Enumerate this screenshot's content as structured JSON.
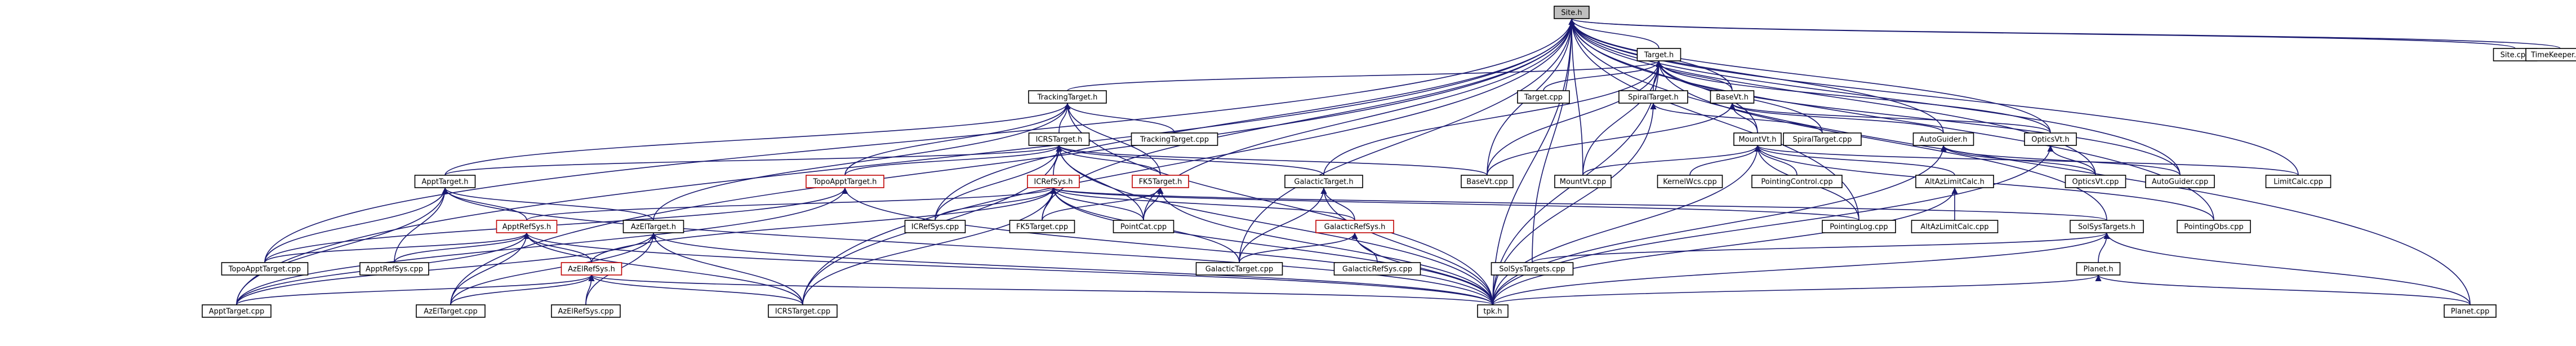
{
  "nodes": [
    {
      "id": "site_h",
      "label": "Site.h",
      "root": true
    },
    {
      "id": "target_h",
      "label": "Target.h"
    },
    {
      "id": "tracking_target_h",
      "label": "TrackingTarget.h"
    },
    {
      "id": "target_cpp",
      "label": "Target.cpp"
    },
    {
      "id": "spiral_target_h",
      "label": "SpiralTarget.h"
    },
    {
      "id": "basevt_h",
      "label": "BaseVt.h"
    },
    {
      "id": "spiral_target_cpp",
      "label": "SpiralTarget.cpp"
    },
    {
      "id": "autoguider_h",
      "label": "AutoGuider.h"
    },
    {
      "id": "opticsvt_h",
      "label": "OpticsVt.h"
    },
    {
      "id": "icrs_target_h",
      "label": "ICRSTarget.h"
    },
    {
      "id": "tracking_target_cpp",
      "label": "TrackingTarget.cpp"
    },
    {
      "id": "mountvt_h",
      "label": "MountVt.h"
    },
    {
      "id": "galactic_target_h",
      "label": "GalacticTarget.h"
    },
    {
      "id": "appt_target_h",
      "label": "ApptTarget.h"
    },
    {
      "id": "topo_appt_target_h",
      "label": "TopoApptTarget.h",
      "red": true
    },
    {
      "id": "icrs_refsys_h",
      "label": "ICRefSys.h",
      "red": true
    },
    {
      "id": "fk5_target_h",
      "label": "FK5Target.h",
      "red": true
    },
    {
      "id": "basevt_cpp",
      "label": "BaseVt.cpp"
    },
    {
      "id": "mountvt_cpp",
      "label": "MountVt.cpp"
    },
    {
      "id": "kernelwcs_cpp",
      "label": "KernelWcs.cpp"
    },
    {
      "id": "pointing_control_cpp",
      "label": "PointingControl.cpp"
    },
    {
      "id": "altaz_limit_calc_h",
      "label": "AltAzLimitCalc.h"
    },
    {
      "id": "opticsvt_cpp",
      "label": "OpticsVt.cpp"
    },
    {
      "id": "autoguider_cpp",
      "label": "AutoGuider.cpp"
    },
    {
      "id": "limit_calc_cpp",
      "label": "LimitCalc.cpp"
    },
    {
      "id": "appt_refsys_h",
      "label": "ApptRefSys.h",
      "red": true
    },
    {
      "id": "azel_target_h",
      "label": "AzElTarget.h"
    },
    {
      "id": "icrefsys_cpp",
      "label": "ICRefSys.cpp"
    },
    {
      "id": "fk5_target_cpp",
      "label": "FK5Target.cpp"
    },
    {
      "id": "pointcat_cpp",
      "label": "PointCat.cpp"
    },
    {
      "id": "galactic_refsys_h",
      "label": "GalacticRefSys.h",
      "red": true
    },
    {
      "id": "pointing_log_cpp",
      "label": "PointingLog.cpp"
    },
    {
      "id": "altaz_limit_calc_cpp",
      "label": "AltAzLimitCalc.cpp"
    },
    {
      "id": "solsys_targets_h",
      "label": "SolSysTargets.h"
    },
    {
      "id": "pointing_obs_cpp",
      "label": "PointingObs.cpp"
    },
    {
      "id": "topo_appt_target_cpp",
      "label": "TopoApptTarget.cpp"
    },
    {
      "id": "appt_refsys_cpp",
      "label": "ApptRefSys.cpp"
    },
    {
      "id": "azel_refsys_h",
      "label": "AzElRefSys.h",
      "red": true
    },
    {
      "id": "galactic_target_cpp",
      "label": "GalacticTarget.cpp"
    },
    {
      "id": "galactic_refsys_cpp",
      "label": "GalacticRefSys.cpp"
    },
    {
      "id": "solsys_targets_cpp",
      "label": "SolSysTargets.cpp"
    },
    {
      "id": "planet_h",
      "label": "Planet.h"
    },
    {
      "id": "appt_target_cpp",
      "label": "ApptTarget.cpp"
    },
    {
      "id": "azel_target_cpp",
      "label": "AzElTarget.cpp"
    },
    {
      "id": "azel_refsys_cpp",
      "label": "AzElRefSys.cpp"
    },
    {
      "id": "icrs_target_cpp",
      "label": "ICRSTarget.cpp"
    },
    {
      "id": "tpk_h",
      "label": "tpk.h"
    },
    {
      "id": "planet_cpp",
      "label": "Planet.cpp"
    },
    {
      "id": "site_cpp",
      "label": "Site.cpp"
    },
    {
      "id": "timekeeper_cpp",
      "label": "TimeKeeper.cpp"
    }
  ],
  "edges": [
    [
      "target_h",
      "site_h"
    ],
    [
      "tpk_h",
      "site_h"
    ],
    [
      "site_cpp",
      "site_h"
    ],
    [
      "timekeeper_cpp",
      "site_h"
    ],
    [
      "basevt_h",
      "site_h"
    ],
    [
      "mountvt_h",
      "site_h"
    ],
    [
      "opticsvt_h",
      "site_h"
    ],
    [
      "autoguider_h",
      "site_h"
    ],
    [
      "basevt_cpp",
      "site_h"
    ],
    [
      "mountvt_cpp",
      "site_h"
    ],
    [
      "opticsvt_cpp",
      "site_h"
    ],
    [
      "autoguider_cpp",
      "site_h"
    ],
    [
      "limit_calc_cpp",
      "site_h"
    ],
    [
      "pointing_obs_cpp",
      "site_h"
    ],
    [
      "pointing_log_cpp",
      "site_h"
    ],
    [
      "icrs_target_cpp",
      "site_h"
    ],
    [
      "appt_target_cpp",
      "site_h"
    ],
    [
      "azel_target_cpp",
      "site_h"
    ],
    [
      "topo_appt_target_cpp",
      "site_h"
    ],
    [
      "pointcat_cpp",
      "site_h"
    ],
    [
      "planet_cpp",
      "site_h"
    ],
    [
      "solsys_targets_cpp",
      "site_h"
    ],
    [
      "fk5_target_cpp",
      "site_h"
    ],
    [
      "icrefsys_cpp",
      "site_h"
    ],
    [
      "galactic_target_cpp",
      "site_h"
    ],
    [
      "tracking_target_h",
      "target_h"
    ],
    [
      "target_cpp",
      "target_h"
    ],
    [
      "spiral_target_h",
      "target_h"
    ],
    [
      "basevt_h",
      "target_h"
    ],
    [
      "spiral_target_cpp",
      "target_h"
    ],
    [
      "opticsvt_h",
      "target_h"
    ],
    [
      "galactic_target_h",
      "target_h"
    ],
    [
      "solsys_targets_h",
      "target_h"
    ],
    [
      "tpk_h",
      "target_h"
    ],
    [
      "basevt_cpp",
      "target_h"
    ],
    [
      "mountvt_cpp",
      "target_h"
    ],
    [
      "autoguider_cpp",
      "target_h"
    ],
    [
      "icrs_target_h",
      "tracking_target_h"
    ],
    [
      "tracking_target_cpp",
      "tracking_target_h"
    ],
    [
      "appt_target_h",
      "tracking_target_h"
    ],
    [
      "fk5_target_h",
      "tracking_target_h"
    ],
    [
      "topo_appt_target_h",
      "tracking_target_h"
    ],
    [
      "azel_target_h",
      "tracking_target_h"
    ],
    [
      "tpk_h",
      "tracking_target_h"
    ],
    [
      "spiral_target_cpp",
      "spiral_target_h"
    ],
    [
      "tpk_h",
      "spiral_target_h"
    ],
    [
      "mountvt_h",
      "basevt_h"
    ],
    [
      "basevt_cpp",
      "basevt_h"
    ],
    [
      "opticsvt_h",
      "basevt_h"
    ],
    [
      "autoguider_h",
      "basevt_h"
    ],
    [
      "kernelwcs_cpp",
      "mountvt_h"
    ],
    [
      "pointing_control_cpp",
      "mountvt_h"
    ],
    [
      "mountvt_cpp",
      "mountvt_h"
    ],
    [
      "altaz_limit_calc_h",
      "mountvt_h"
    ],
    [
      "tpk_h",
      "mountvt_h"
    ],
    [
      "pointing_log_cpp",
      "mountvt_h"
    ],
    [
      "pointing_obs_cpp",
      "mountvt_h"
    ],
    [
      "limit_calc_cpp",
      "mountvt_h"
    ],
    [
      "opticsvt_cpp",
      "opticsvt_h"
    ],
    [
      "tpk_h",
      "opticsvt_h"
    ],
    [
      "autoguider_cpp",
      "autoguider_h"
    ],
    [
      "opticsvt_cpp",
      "autoguider_h"
    ],
    [
      "tpk_h",
      "autoguider_h"
    ],
    [
      "altaz_limit_calc_cpp",
      "altaz_limit_calc_h"
    ],
    [
      "tpk_h",
      "altaz_limit_calc_h"
    ],
    [
      "icrs_refsys_h",
      "icrs_target_h"
    ],
    [
      "topo_appt_target_h",
      "icrs_target_h"
    ],
    [
      "galactic_target_h",
      "icrs_target_h"
    ],
    [
      "fk5_target_h",
      "icrs_target_h"
    ],
    [
      "icrefsys_cpp",
      "icrs_target_h"
    ],
    [
      "icrs_target_cpp",
      "icrs_target_h"
    ],
    [
      "tpk_h",
      "icrs_target_h"
    ],
    [
      "pointcat_cpp",
      "icrs_target_h"
    ],
    [
      "appt_target_h",
      "icrs_target_h"
    ],
    [
      "basevt_cpp",
      "icrs_target_h"
    ],
    [
      "appt_refsys_h",
      "icrs_refsys_h"
    ],
    [
      "icrefsys_cpp",
      "icrs_refsys_h"
    ],
    [
      "fk5_target_cpp",
      "icrs_refsys_h"
    ],
    [
      "pointcat_cpp",
      "icrs_refsys_h"
    ],
    [
      "galactic_refsys_h",
      "icrs_refsys_h"
    ],
    [
      "tpk_h",
      "icrs_refsys_h"
    ],
    [
      "azel_refsys_h",
      "icrs_refsys_h"
    ],
    [
      "icrs_target_cpp",
      "icrs_refsys_h"
    ],
    [
      "pointing_log_cpp",
      "icrs_refsys_h"
    ],
    [
      "galactic_target_cpp",
      "icrs_refsys_h"
    ],
    [
      "solsys_targets_h",
      "icrs_refsys_h"
    ],
    [
      "fk5_target_cpp",
      "fk5_target_h"
    ],
    [
      "pointcat_cpp",
      "fk5_target_h"
    ],
    [
      "tpk_h",
      "fk5_target_h"
    ],
    [
      "galactic_refsys_h",
      "galactic_target_h"
    ],
    [
      "galactic_target_cpp",
      "galactic_target_h"
    ],
    [
      "tpk_h",
      "galactic_target_h"
    ],
    [
      "galactic_refsys_cpp",
      "galactic_refsys_h"
    ],
    [
      "tpk_h",
      "galactic_refsys_h"
    ],
    [
      "galactic_target_cpp",
      "galactic_refsys_h"
    ],
    [
      "appt_refsys_h",
      "appt_target_h"
    ],
    [
      "appt_target_cpp",
      "appt_target_h"
    ],
    [
      "topo_appt_target_cpp",
      "appt_target_h"
    ],
    [
      "azel_target_h",
      "appt_target_h"
    ],
    [
      "tpk_h",
      "appt_target_h"
    ],
    [
      "appt_refsys_cpp",
      "appt_target_h"
    ],
    [
      "topo_appt_target_cpp",
      "topo_appt_target_h"
    ],
    [
      "tpk_h",
      "topo_appt_target_h"
    ],
    [
      "appt_target_cpp",
      "topo_appt_target_h"
    ],
    [
      "azel_refsys_h",
      "appt_refsys_h"
    ],
    [
      "appt_refsys_cpp",
      "appt_refsys_h"
    ],
    [
      "appt_target_cpp",
      "appt_refsys_h"
    ],
    [
      "azel_target_cpp",
      "appt_refsys_h"
    ],
    [
      "tpk_h",
      "appt_refsys_h"
    ],
    [
      "topo_appt_target_cpp",
      "appt_refsys_h"
    ],
    [
      "icrs_target_cpp",
      "appt_refsys_h"
    ],
    [
      "azel_target_cpp",
      "azel_target_h"
    ],
    [
      "azel_refsys_cpp",
      "azel_target_h"
    ],
    [
      "tpk_h",
      "azel_target_h"
    ],
    [
      "appt_target_cpp",
      "azel_target_h"
    ],
    [
      "icrs_target_cpp",
      "azel_target_h"
    ],
    [
      "azel_refsys_cpp",
      "azel_refsys_h"
    ],
    [
      "azel_target_cpp",
      "azel_refsys_h"
    ],
    [
      "appt_target_cpp",
      "azel_refsys_h"
    ],
    [
      "tpk_h",
      "azel_refsys_h"
    ],
    [
      "icrs_target_cpp",
      "azel_refsys_h"
    ],
    [
      "solsys_targets_cpp",
      "solsys_targets_h"
    ],
    [
      "planet_h",
      "solsys_targets_h"
    ],
    [
      "tpk_h",
      "solsys_targets_h"
    ],
    [
      "planet_cpp",
      "solsys_targets_h"
    ],
    [
      "tpk_h",
      "planet_h"
    ],
    [
      "planet_cpp",
      "planet_h"
    ]
  ]
}
